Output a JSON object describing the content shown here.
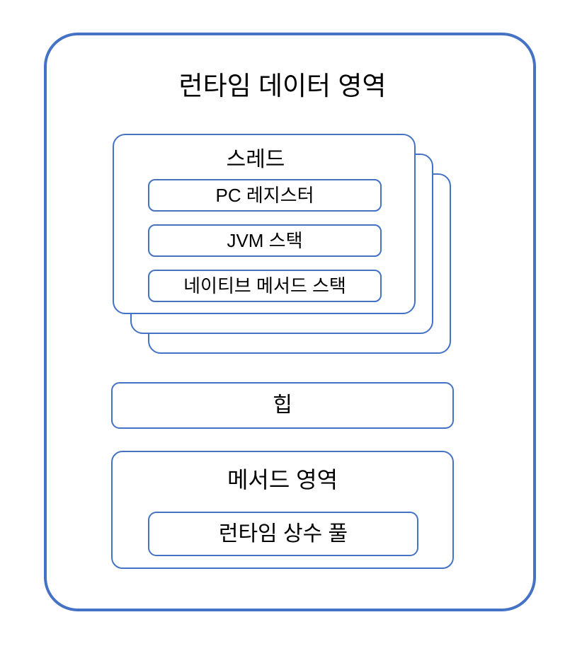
{
  "diagram": {
    "title": "런타임 데이터 영역",
    "colors": {
      "outer_border": "#4472C4",
      "inner_border": "#4472C4",
      "background": "#ffffff",
      "text": "#000000"
    },
    "thread_stack": {
      "card_count": 3,
      "title": "스레드",
      "parts": [
        {
          "label": "PC 레지스터"
        },
        {
          "label": "JVM 스택"
        },
        {
          "label": "네이티브 메서드 스택"
        }
      ]
    },
    "heap": {
      "label": "힙"
    },
    "method_area": {
      "title": "메서드 영역",
      "constant_pool": {
        "label": "런타임 상수 풀"
      }
    }
  }
}
